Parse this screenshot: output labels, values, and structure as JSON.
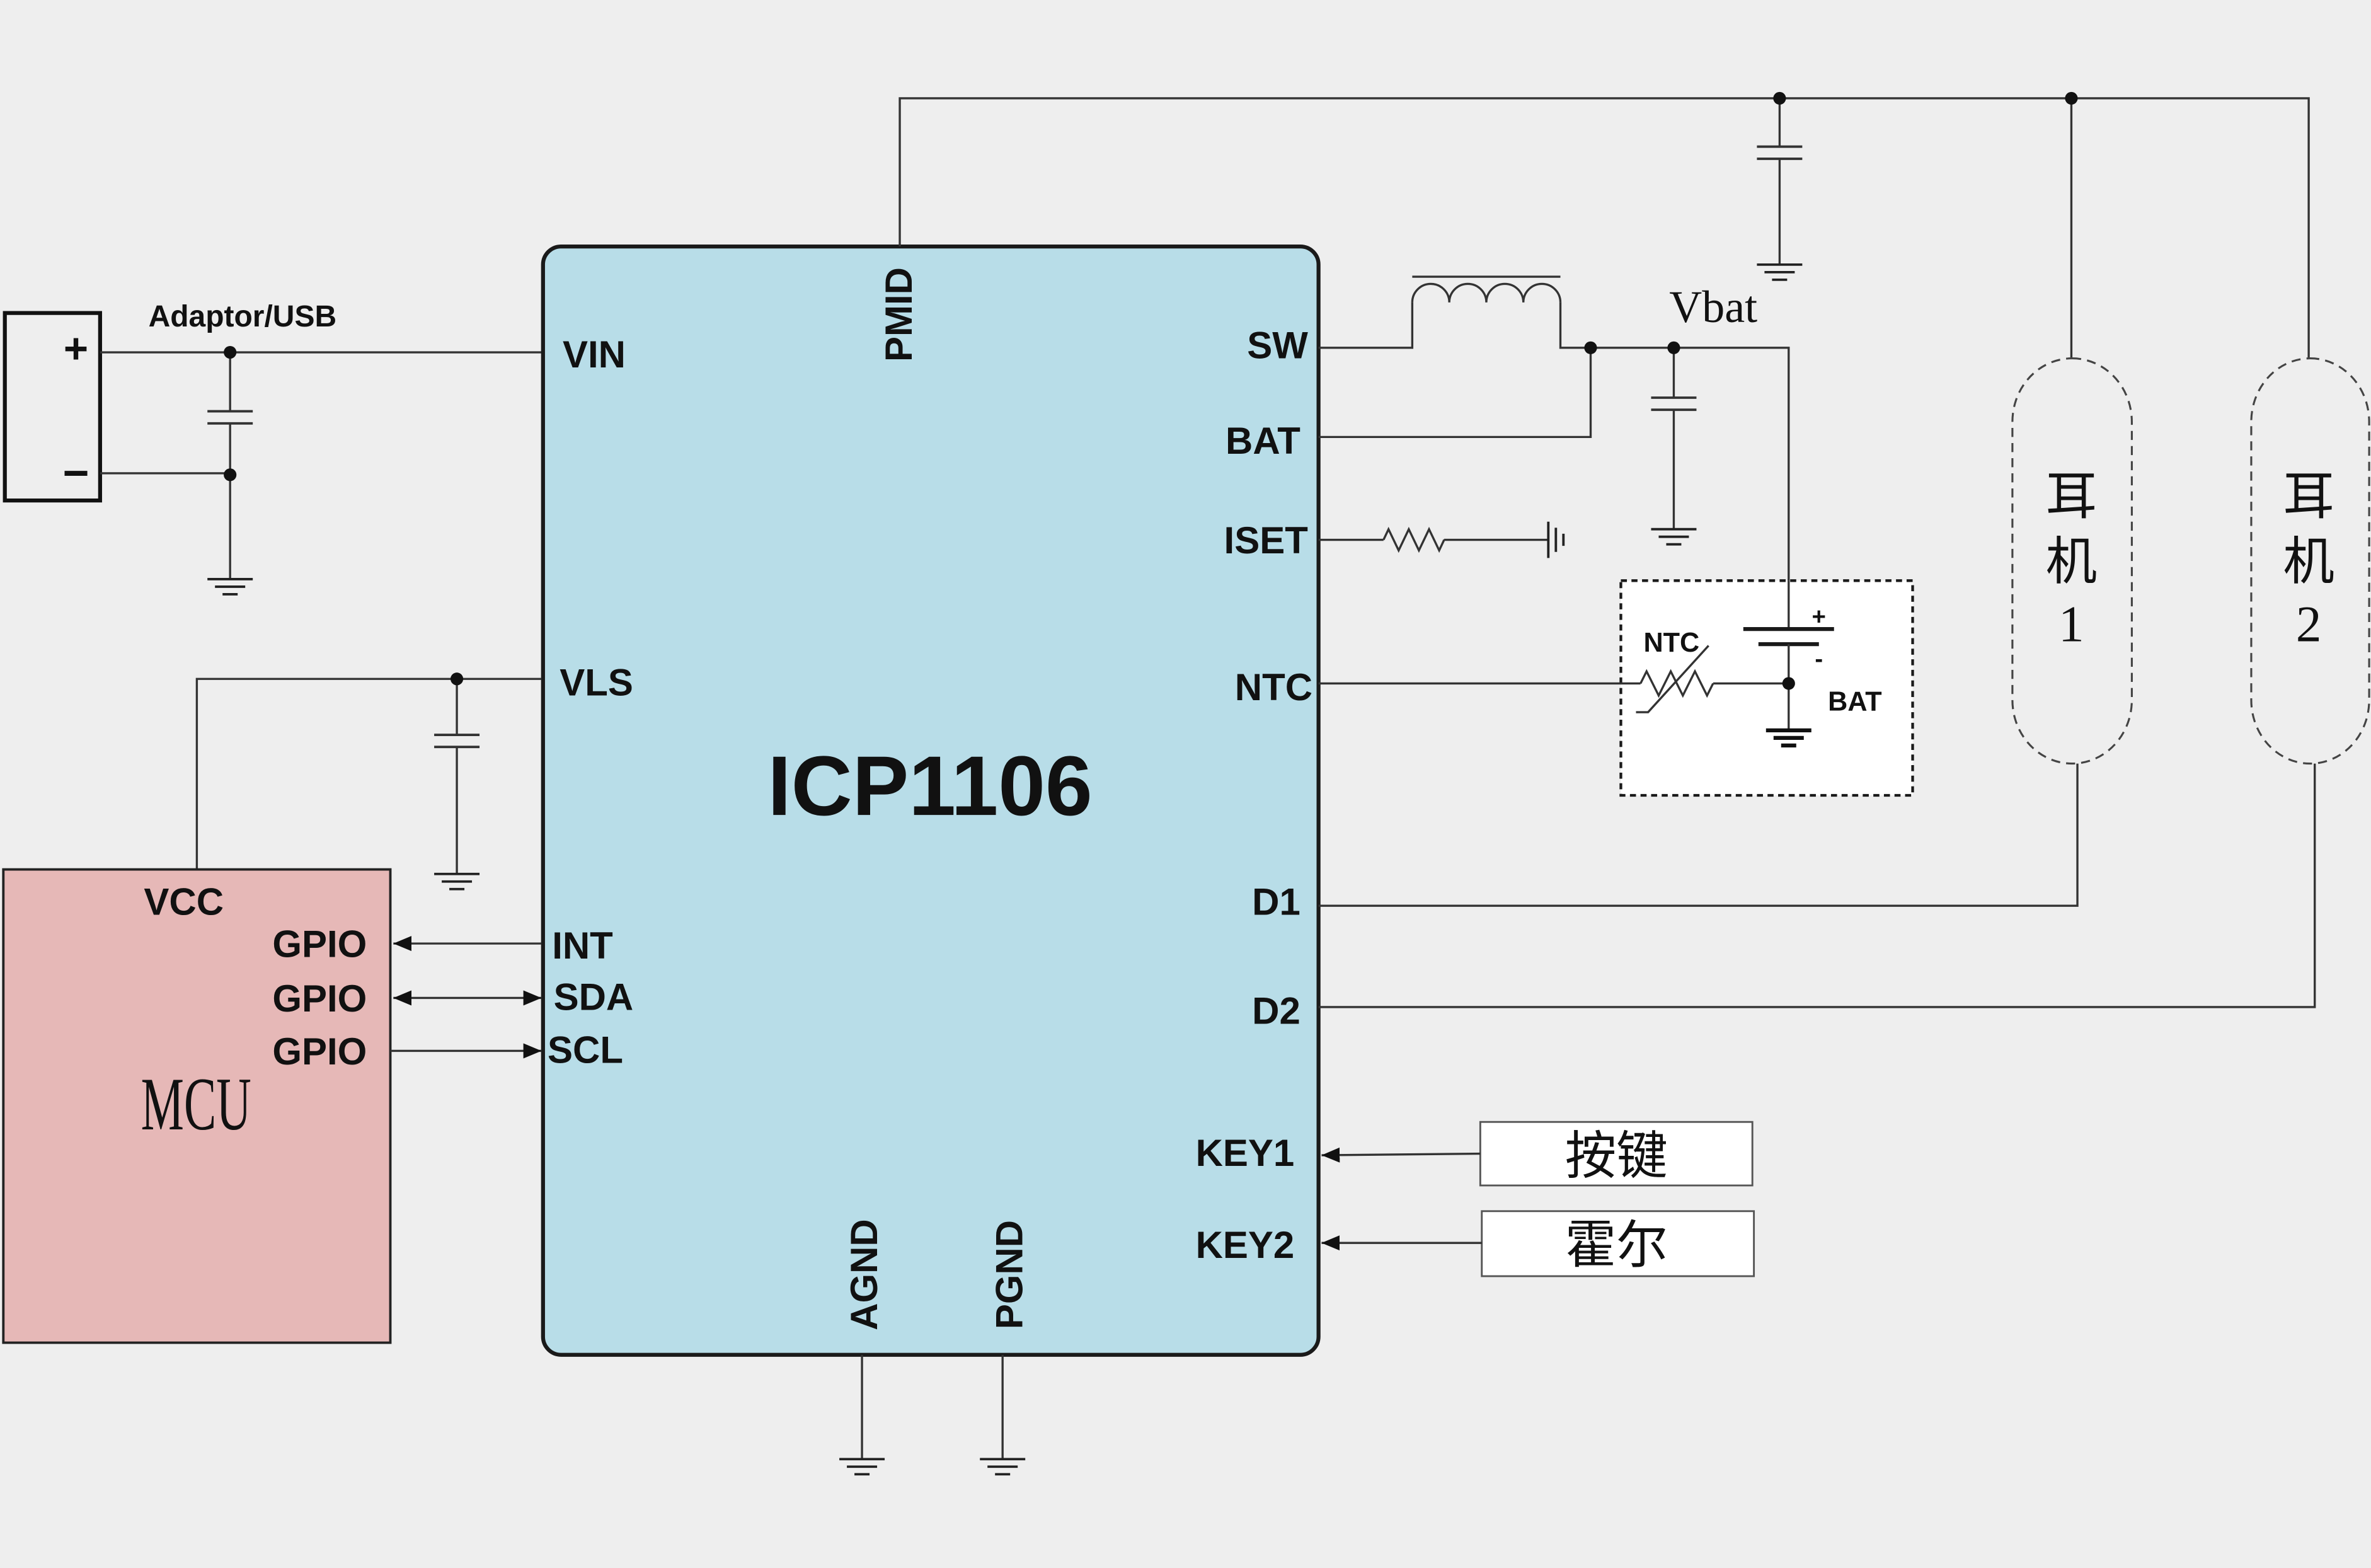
{
  "power_source": {
    "label": "Adaptor/USB",
    "plus": "+",
    "minus": "−"
  },
  "chip": {
    "name": "ICP1106",
    "pins": {
      "vin": "VIN",
      "pmid": "PMID",
      "sw": "SW",
      "bat": "BAT",
      "iset": "ISET",
      "ntc": "NTC",
      "vls": "VLS",
      "int": "INT",
      "sda": "SDA",
      "scl": "SCL",
      "d1": "D1",
      "d2": "D2",
      "key1": "KEY1",
      "key2": "KEY2",
      "agnd": "AGND",
      "pgnd": "PGND"
    }
  },
  "vbat_label": "Vbat",
  "battery_block": {
    "ntc_label": "NTC",
    "bat_label": "BAT",
    "plus": "+",
    "minus": "-"
  },
  "earphones": [
    {
      "chars": [
        "耳",
        "机",
        "1"
      ]
    },
    {
      "chars": [
        "耳",
        "机",
        "2"
      ]
    }
  ],
  "mcu": {
    "name": "MCU",
    "vcc": "VCC",
    "gpio": [
      "GPIO",
      "GPIO",
      "GPIO"
    ]
  },
  "inputs": {
    "key_button": "按键",
    "hall_sensor": "霍尔"
  },
  "colors": {
    "background": "#eeeeee",
    "chip_fill": "#b8dde8",
    "mcu_fill": "#e6b8b7",
    "box_fill": "#ffffff"
  }
}
